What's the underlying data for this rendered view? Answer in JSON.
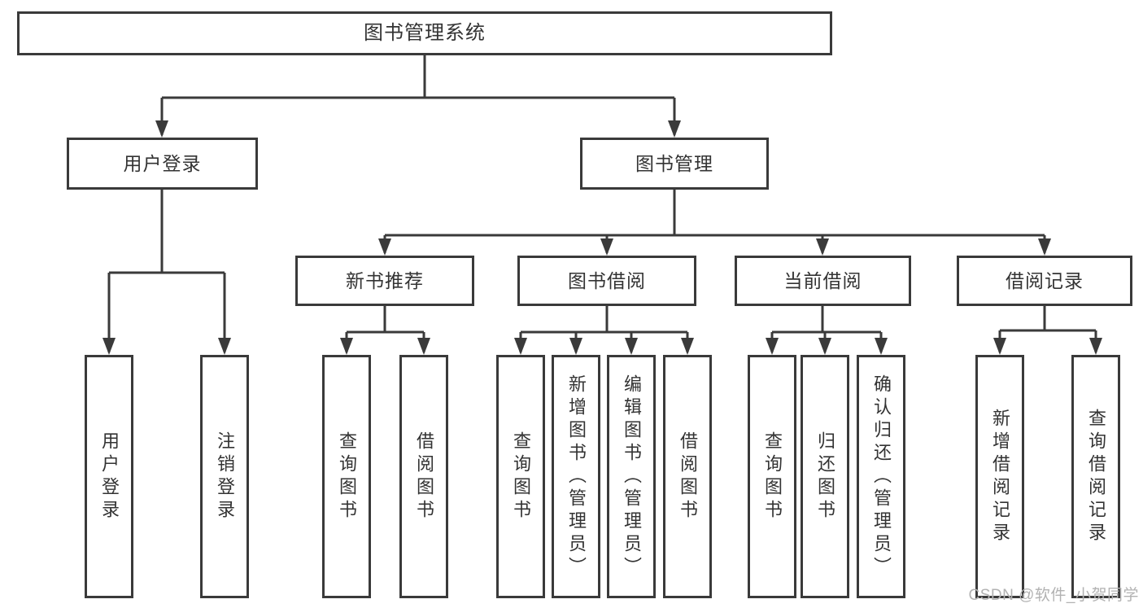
{
  "colors": {
    "line": "#3a3a3a",
    "text": "#333333",
    "watermark": "#b2b2b2",
    "background": "#ffffff"
  },
  "diagram": {
    "root": {
      "label": "图书管理系统"
    },
    "level1": {
      "user_login": {
        "label": "用户登录"
      },
      "book_management": {
        "label": "图书管理"
      }
    },
    "level2": {
      "new_book_recommend": {
        "label": "新书推荐"
      },
      "book_borrow": {
        "label": "图书借阅"
      },
      "current_borrow": {
        "label": "当前借阅"
      },
      "borrow_records": {
        "label": "借阅记录"
      }
    },
    "leaves": {
      "user_login": {
        "label": "用户登录"
      },
      "logout": {
        "label": "注销登录"
      },
      "query_books_recommend": {
        "label": "查询图书"
      },
      "borrow_books_recommend": {
        "label": "借阅图书"
      },
      "query_books_borrow": {
        "label": "查询图书"
      },
      "add_books_admin": {
        "label": "新增图书（管理员）"
      },
      "edit_books_admin": {
        "label": "编辑图书（管理员）"
      },
      "borrow_books": {
        "label": "借阅图书"
      },
      "query_books_current": {
        "label": "查询图书"
      },
      "return_books": {
        "label": "归还图书"
      },
      "confirm_return_admin": {
        "label": "确认归还（管理员）"
      },
      "add_borrow_record": {
        "label": "新增借阅记录"
      },
      "query_borrow_record": {
        "label": "查询借阅记录"
      }
    }
  },
  "watermark": {
    "text": "CSDN @软件_小贺同学"
  }
}
